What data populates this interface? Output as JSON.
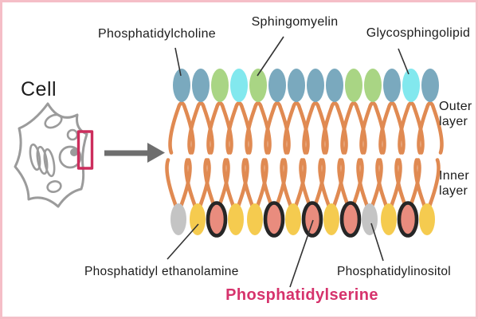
{
  "frame": {
    "border_color": "#f5bec7",
    "background": "#ffffff"
  },
  "cell": {
    "label": "Cell",
    "outline_color": "#9b9b9b",
    "highlight_box_color": "#cc2d5c"
  },
  "arrow": {
    "color": "#6e6e6e"
  },
  "labels": {
    "phosphatidylcholine": "Phosphatidylcholine",
    "sphingomyelin": "Sphingomyelin",
    "glycosphingolipid": "Glycosphingolipid",
    "outer_layer_line1": "Outer",
    "outer_layer_line2": "layer",
    "inner_layer_line1": "Inner",
    "inner_layer_line2": "layer",
    "phosphatidyl_ethanolamine": "Phosphatidyl ethanolamine",
    "phosphatidylinositol": "Phosphatidylinositol",
    "phosphatidylserine": "Phosphatidylserine"
  },
  "label_colors": {
    "default_text": "#1c1c1c",
    "phosphatidylserine_text": "#d6336c"
  },
  "membrane": {
    "tail_color": "#e08a52",
    "palette": {
      "blue": "#7aa9be",
      "green": "#a9d584",
      "cyan": "#82e8ee",
      "yellow": "#f5cb4f",
      "gray": "#c4c4c4",
      "salmon": "#e98c7e",
      "ring": "#262626"
    },
    "type_meaning": {
      "blue": "Phosphatidylcholine",
      "green": "Sphingomyelin",
      "cyan": "Glycosphingolipid",
      "yellow": "Phosphatidyl ethanolamine",
      "gray": "Phosphatidylinositol",
      "serine": "Phosphatidylserine"
    },
    "outer_heads": [
      "blue",
      "blue",
      "green",
      "cyan",
      "green",
      "blue",
      "blue",
      "blue",
      "blue",
      "green",
      "green",
      "blue",
      "cyan",
      "blue"
    ],
    "inner_heads": [
      "gray",
      "yellow",
      "serine",
      "yellow",
      "yellow",
      "serine",
      "yellow",
      "serine",
      "yellow",
      "serine",
      "gray",
      "yellow",
      "serine",
      "yellow"
    ]
  }
}
